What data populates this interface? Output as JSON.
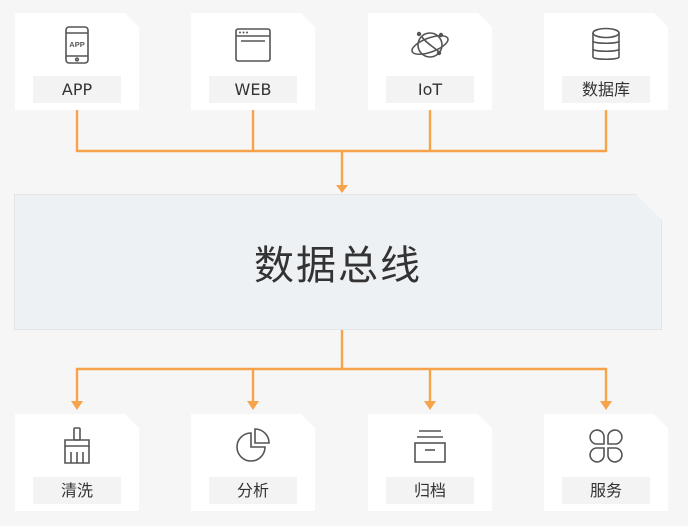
{
  "top_sources": [
    {
      "label": "APP",
      "icon": "mobile-app-icon",
      "icon_text": "APP"
    },
    {
      "label": "WEB",
      "icon": "browser-window-icon"
    },
    {
      "label": "IoT",
      "icon": "globe-orbit-icon"
    },
    {
      "label": "数据库",
      "icon": "database-icon"
    }
  ],
  "bus": {
    "title": "数据总线"
  },
  "bottom_targets": [
    {
      "label": "清洗",
      "icon": "broom-icon"
    },
    {
      "label": "分析",
      "icon": "pie-chart-icon"
    },
    {
      "label": "归档",
      "icon": "archive-box-icon"
    },
    {
      "label": "服务",
      "icon": "clover-grid-icon"
    }
  ],
  "colors": {
    "connector": "#f7a34b",
    "icon_stroke": "#555555",
    "card_bg": "#ffffff",
    "label_bg": "#f3f3f3",
    "bus_bg": "#eef1f3"
  }
}
